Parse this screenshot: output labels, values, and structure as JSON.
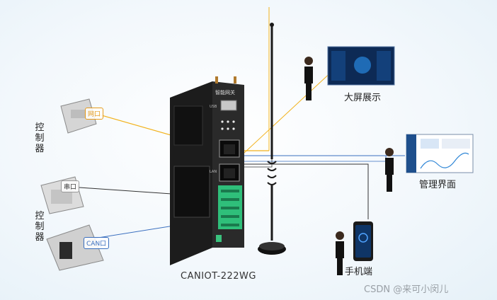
{
  "labels": {
    "controller_top": "控制器",
    "controller_bottom": "控制器",
    "port_eth": "网口",
    "port_serial": "串口",
    "port_can": "CAN口",
    "gateway_title": "智能网关",
    "gateway_usb": "USB",
    "gateway_lan": "LAN",
    "model": "CANIOT-222WG",
    "big_screen": "大屏展示",
    "mgmt_ui": "管理界面",
    "mobile": "手机端",
    "watermark": "CSDN @来可小闵儿"
  },
  "colors": {
    "eth_line": "#f2b21c",
    "serial_line": "#333333",
    "can_line": "#3a6fbf",
    "device_body": "#1f1f1f",
    "terminal_green": "#2fbf7a"
  }
}
